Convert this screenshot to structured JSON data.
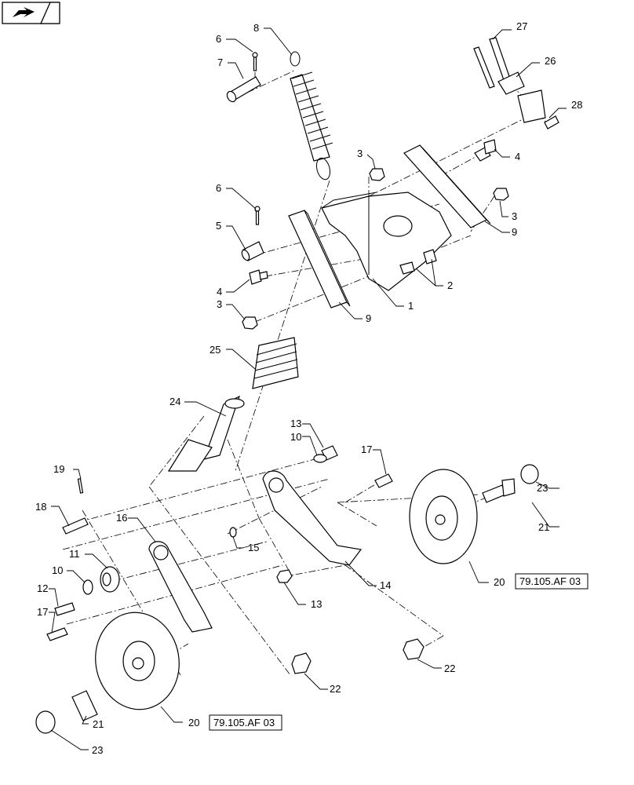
{
  "callouts": {
    "c1": "1",
    "c2": "2",
    "c3a": "3",
    "c3b": "3",
    "c3c": "3",
    "c4a": "4",
    "c4b": "4",
    "c5": "5",
    "c6a": "6",
    "c6b": "6",
    "c7": "7",
    "c8": "8",
    "c9a": "9",
    "c9b": "9",
    "c10a": "10",
    "c10b": "10",
    "c11": "11",
    "c12": "12",
    "c13a": "13",
    "c13b": "13",
    "c14": "14",
    "c15": "15",
    "c16": "16",
    "c17a": "17",
    "c17b": "17",
    "c18": "18",
    "c19": "19",
    "c20a": "20",
    "c20b": "20",
    "c21a": "21",
    "c21b": "21",
    "c22a": "22",
    "c22b": "22",
    "c23a": "23",
    "c23b": "23",
    "c24": "24",
    "c25": "25",
    "c26": "26",
    "c27": "27",
    "c28": "28"
  },
  "refs": {
    "ref_right": "79.105.AF 03",
    "ref_left": "79.105.AF 03"
  },
  "icons": {
    "corner": "navigation-arrow-icon"
  }
}
